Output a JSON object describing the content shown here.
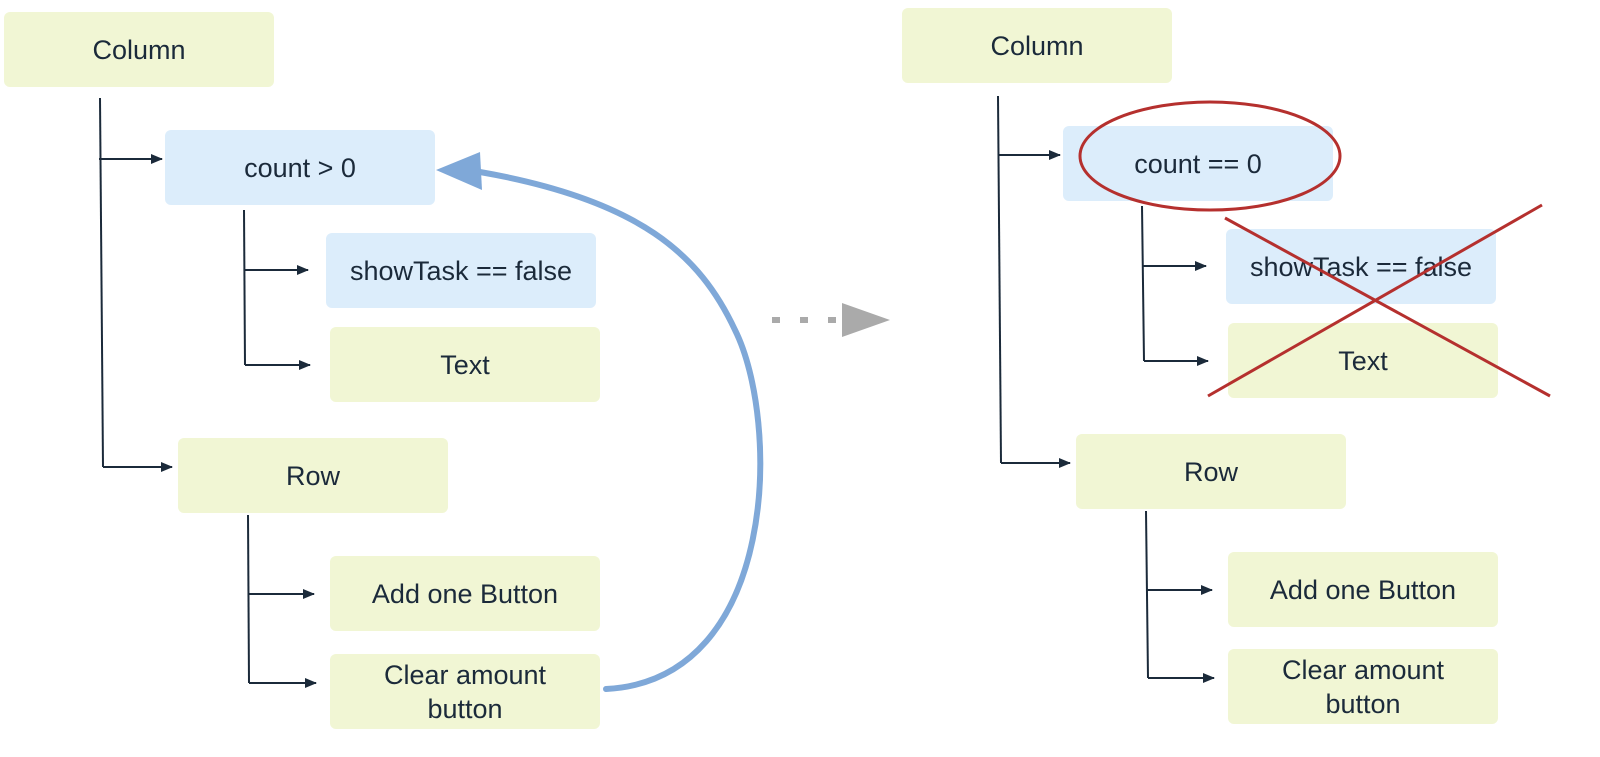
{
  "colors": {
    "node_green": "#f1f6d4",
    "node_blue": "#dcedfb",
    "connector": "#1b2a3a",
    "recompose_arrow": "#7fa8d8",
    "transition_arrow": "#aaaaaa",
    "strike": "#b5302e"
  },
  "before": {
    "column": "Column",
    "condition": "count > 0",
    "show_task": "showTask == false",
    "text": "Text",
    "row": "Row",
    "add_button": "Add one Button",
    "clear_button": "Clear amount button"
  },
  "after": {
    "column": "Column",
    "condition": "count == 0",
    "show_task": "showTask == false",
    "text": "Text",
    "row": "Row",
    "add_button": "Add one Button",
    "clear_button": "Clear amount button"
  }
}
